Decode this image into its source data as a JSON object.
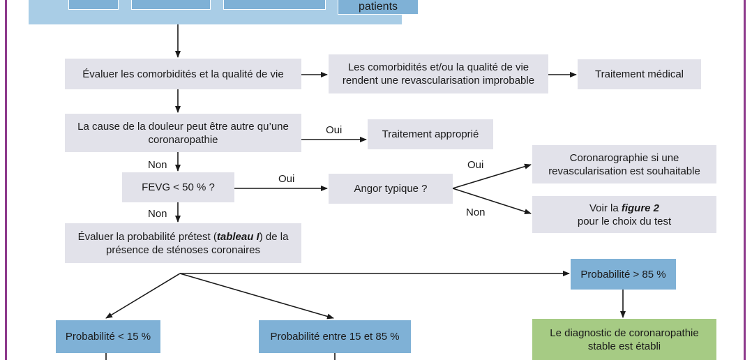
{
  "top": {
    "patients": "patients"
  },
  "nodes": {
    "eval_comorb": "Évaluer les comorbidités et la qualité de vie",
    "comorb_improbable": "Les comorbidités et/ou la qualité de vie rendent une revascularisation improbable",
    "trait_medical": "Traitement médical",
    "cause_autre": "La cause de la douleur peut être autre qu’une coronaropathie",
    "trait_approprie": "Traitement approprié",
    "fevg": "FEVG < 50 % ?",
    "angor": "Angor typique ?",
    "coronarographie": "Coronarographie si une revascularisation est souhaitable",
    "voir_prefix": "Voir la",
    "voir_fig": "figure 2",
    "voir_suffix": "pour le choix du test",
    "eval_prob_prefix": "Évaluer la probabilité prétest (",
    "eval_prob_tab": "tableau I",
    "eval_prob_suffix": ") de la présence de sténoses coronaires",
    "prob_lt15": "Probabilité < 15 %",
    "prob_15_85": "Probabilité entre 15 et 85 %",
    "prob_gt85": "Probabilité > 85 %",
    "diag_etabli": "Le diagnostic de coronaropathie stable est établi"
  },
  "edge_labels": {
    "oui_cause": "Oui",
    "non_cause": "Non",
    "oui_fevg": "Oui",
    "non_fevg": "Non",
    "oui_angor": "Oui",
    "non_angor": "Non"
  },
  "colors": {
    "frame": "#8e3a8c",
    "gray_box": "#e2e2ea",
    "blue_box": "#7fb1d6",
    "green_box": "#a6cb84",
    "top_band": "#a9cde6"
  }
}
